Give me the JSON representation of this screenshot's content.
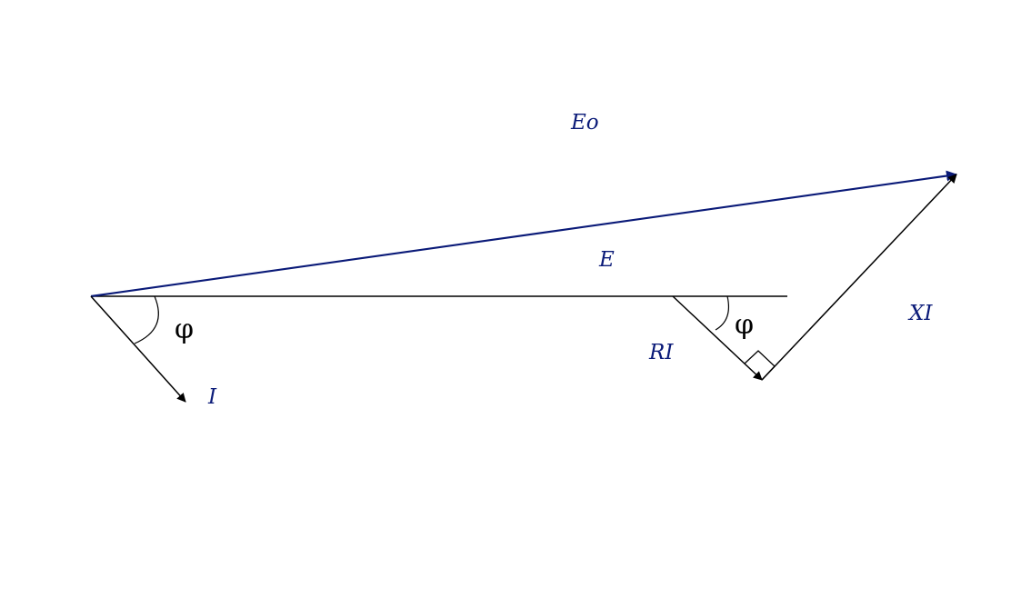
{
  "labels": {
    "eo": "Eo",
    "e": "E",
    "i": "I",
    "ri": "RI",
    "xi": "XI",
    "phi_left": "φ",
    "phi_right": "φ"
  },
  "colors": {
    "background": "#ffffff",
    "resultant_vector": "#0a1a78",
    "label_text": "#0a1a78",
    "construction_lines": "#000000",
    "angle_symbol": "#000000"
  }
}
